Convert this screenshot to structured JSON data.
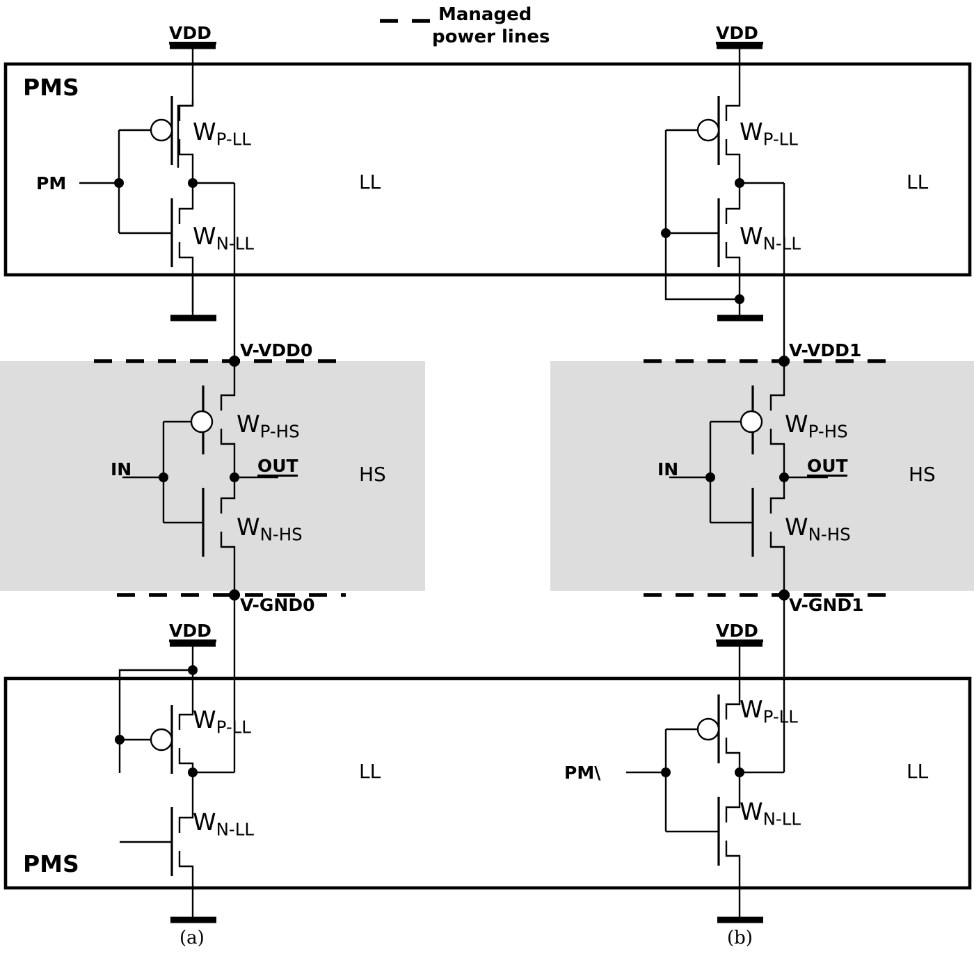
{
  "figure": {
    "legend": {
      "line1": "Managed",
      "line2": "power lines",
      "icon": "dashed-line-sample"
    },
    "subcaptions": {
      "a": "(a)",
      "b": "(b)"
    }
  },
  "blocks": {
    "pms_label": "PMS",
    "ll_label": "LL",
    "hs_label": "HS"
  },
  "rails": {
    "vdd": "VDD",
    "v_vdd0": "V-VDD0",
    "v_gnd0": "V-GND0",
    "v_vdd1": "V-VDD1",
    "v_gnd1": "V-GND1"
  },
  "signals": {
    "pm": "PM",
    "pm_bar": "PM\\",
    "in": "IN",
    "out": "OUT"
  },
  "devices": {
    "w": "W",
    "p_ll": "P-LL",
    "n_ll": "N-LL",
    "p_hs": "P-HS",
    "n_hs": "N-HS"
  },
  "colors": {
    "stroke": "#000000",
    "background": "#ffffff",
    "hs_fill": "#dddddd",
    "text": "#000000"
  },
  "circuit": {
    "type": "cmos-schematic",
    "description": "Two variants (a) and (b) of a power-management-switch driven high-speed inverter between managed power rails",
    "panels": [
      {
        "id": "a",
        "top_pms": {
          "input": "PM",
          "pfet": "W_P-LL",
          "nfet": "W_N-LL",
          "supply": "VDD",
          "output_rail": "V-VDD0"
        },
        "hs_core": {
          "input": "IN",
          "output": "OUT",
          "pfet": "W_P-HS",
          "nfet": "W_N-HS",
          "top_rail": "V-VDD0",
          "bottom_rail": "V-GND0"
        },
        "bottom_pms": {
          "input": "tied-to-VDD",
          "pfet": "W_P-LL",
          "nfet": "W_N-LL",
          "supply": "VDD",
          "output_rail": "V-GND0"
        }
      },
      {
        "id": "b",
        "top_pms": {
          "input": "tied-to-GND",
          "pfet": "W_P-LL",
          "nfet": "W_N-LL",
          "supply": "VDD",
          "output_rail": "V-VDD1"
        },
        "hs_core": {
          "input": "IN",
          "output": "OUT",
          "pfet": "W_P-HS",
          "nfet": "W_N-HS",
          "top_rail": "V-VDD1",
          "bottom_rail": "V-GND1"
        },
        "bottom_pms": {
          "input": "PM\\",
          "pfet": "W_P-LL",
          "nfet": "W_N-LL",
          "supply": "VDD",
          "output_rail": "V-GND1"
        }
      }
    ]
  }
}
